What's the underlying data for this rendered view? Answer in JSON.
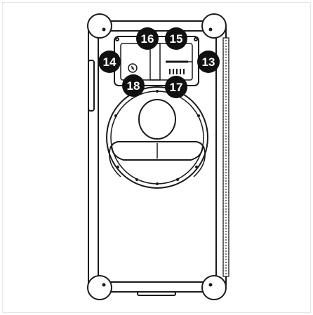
{
  "callouts": [
    {
      "id": "c13",
      "label": "13"
    },
    {
      "id": "c14",
      "label": "14"
    },
    {
      "id": "c15",
      "label": "15"
    },
    {
      "id": "c16",
      "label": "16"
    },
    {
      "id": "c17",
      "label": "17"
    },
    {
      "id": "c18",
      "label": "18"
    }
  ],
  "colors": {
    "line": "#1a1a1a",
    "callout_fill": "#111111",
    "callout_text": "#ffffff",
    "background": "#ffffff",
    "frame_border": "#e6e6e6"
  }
}
